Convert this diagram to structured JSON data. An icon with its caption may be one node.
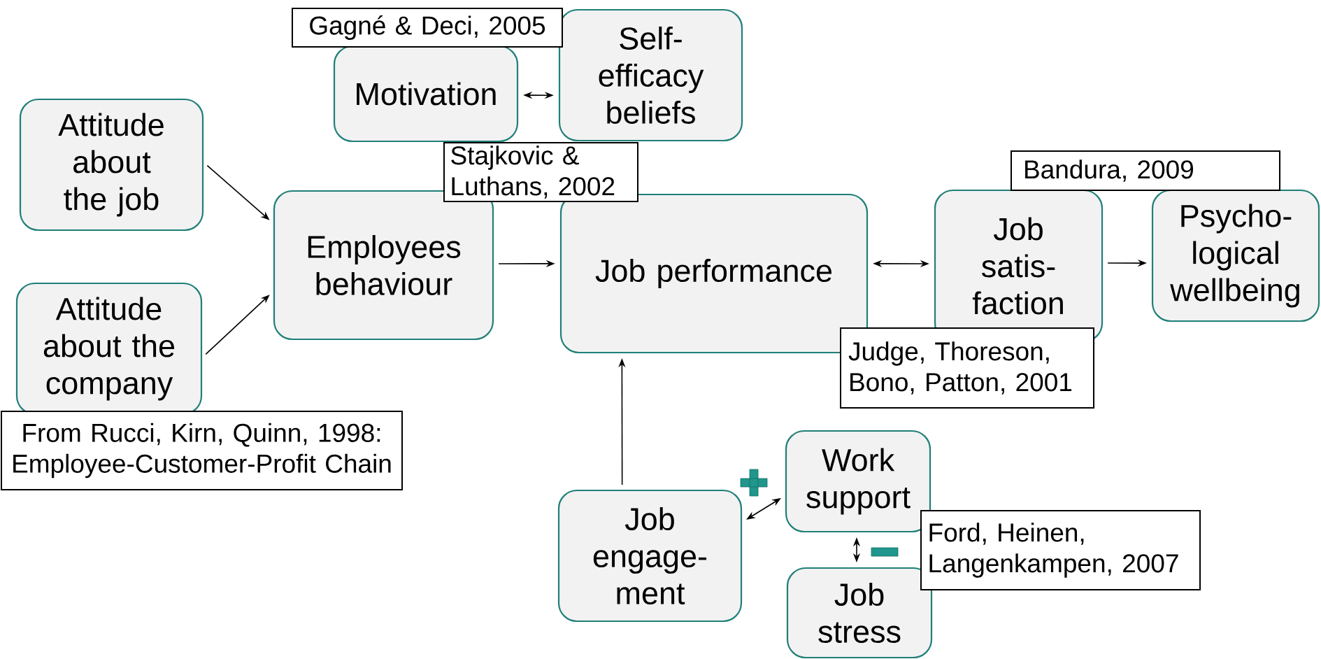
{
  "diagram": {
    "nodes": [
      {
        "text": [
          "Gagné & Deci, 2005"
        ]
      },
      {
        "text": [
          "Self- efficacy beliefs"
        ]
      },
      {
        "text": [
          "Motivation"
        ]
      },
      {
        "text": [
          "Attitude about the job"
        ]
      },
      {
        "text": [
          "Stajkovic & Luthans, 2002"
        ]
      },
      {
        "text": [
          "Bandura, 2009"
        ]
      },
      {
        "text": [
          "Employees behaviour"
        ]
      },
      {
        "text": [
          "Job performance"
        ]
      },
      {
        "text": [
          "Job satis- faction"
        ]
      },
      {
        "text": [
          "Psycho- logical wellbeing"
        ]
      },
      {
        "text": [
          "Attitude about the company"
        ]
      },
      {
        "text": [
          "Judge, Thoreson, Bono, Patton, 2001"
        ]
      },
      {
        "text": [
          "From Rucci, Kirn, Quinn, 1998: Employee-Customer-Profit Chain"
        ]
      },
      {
        "text": [
          "Work support"
        ]
      },
      {
        "text": [
          "Job engage- ment"
        ]
      },
      {
        "text": [
          "Ford, Heinen, Langenkampen, 2007"
        ]
      },
      {
        "text": [
          "Job stress"
        ]
      }
    ],
    "edges": [
      {
        "from": 3,
        "to": 6,
        "arrow": "to"
      },
      {
        "from": 10,
        "to": 6,
        "arrow": "to"
      },
      {
        "from": 6,
        "to": 7,
        "arrow": "to"
      },
      {
        "from": 2,
        "to": 1,
        "arrow": "both"
      },
      {
        "from": 7,
        "to": 8,
        "arrow": "both"
      },
      {
        "from": 8,
        "to": 9,
        "arrow": "to"
      },
      {
        "from": 14,
        "to": 7,
        "arrow": "to"
      },
      {
        "from": 14,
        "to": 13,
        "arrow": "both"
      },
      {
        "from": 13,
        "to": 16,
        "arrow": "both"
      }
    ]
  }
}
